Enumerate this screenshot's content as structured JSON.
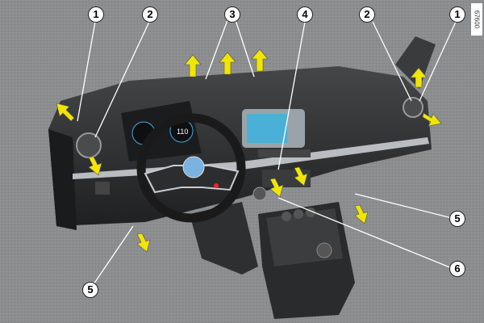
{
  "reference_code": "67600",
  "callouts": [
    "1",
    "2",
    "3",
    "4",
    "1",
    "2",
    "5",
    "5",
    "6"
  ],
  "colors": {
    "background": "#8c8d8f",
    "dashboard": "#2b2c2e",
    "arrow": "#f2e600",
    "accent": "#4aa6e0"
  },
  "cluster_speed": "110"
}
